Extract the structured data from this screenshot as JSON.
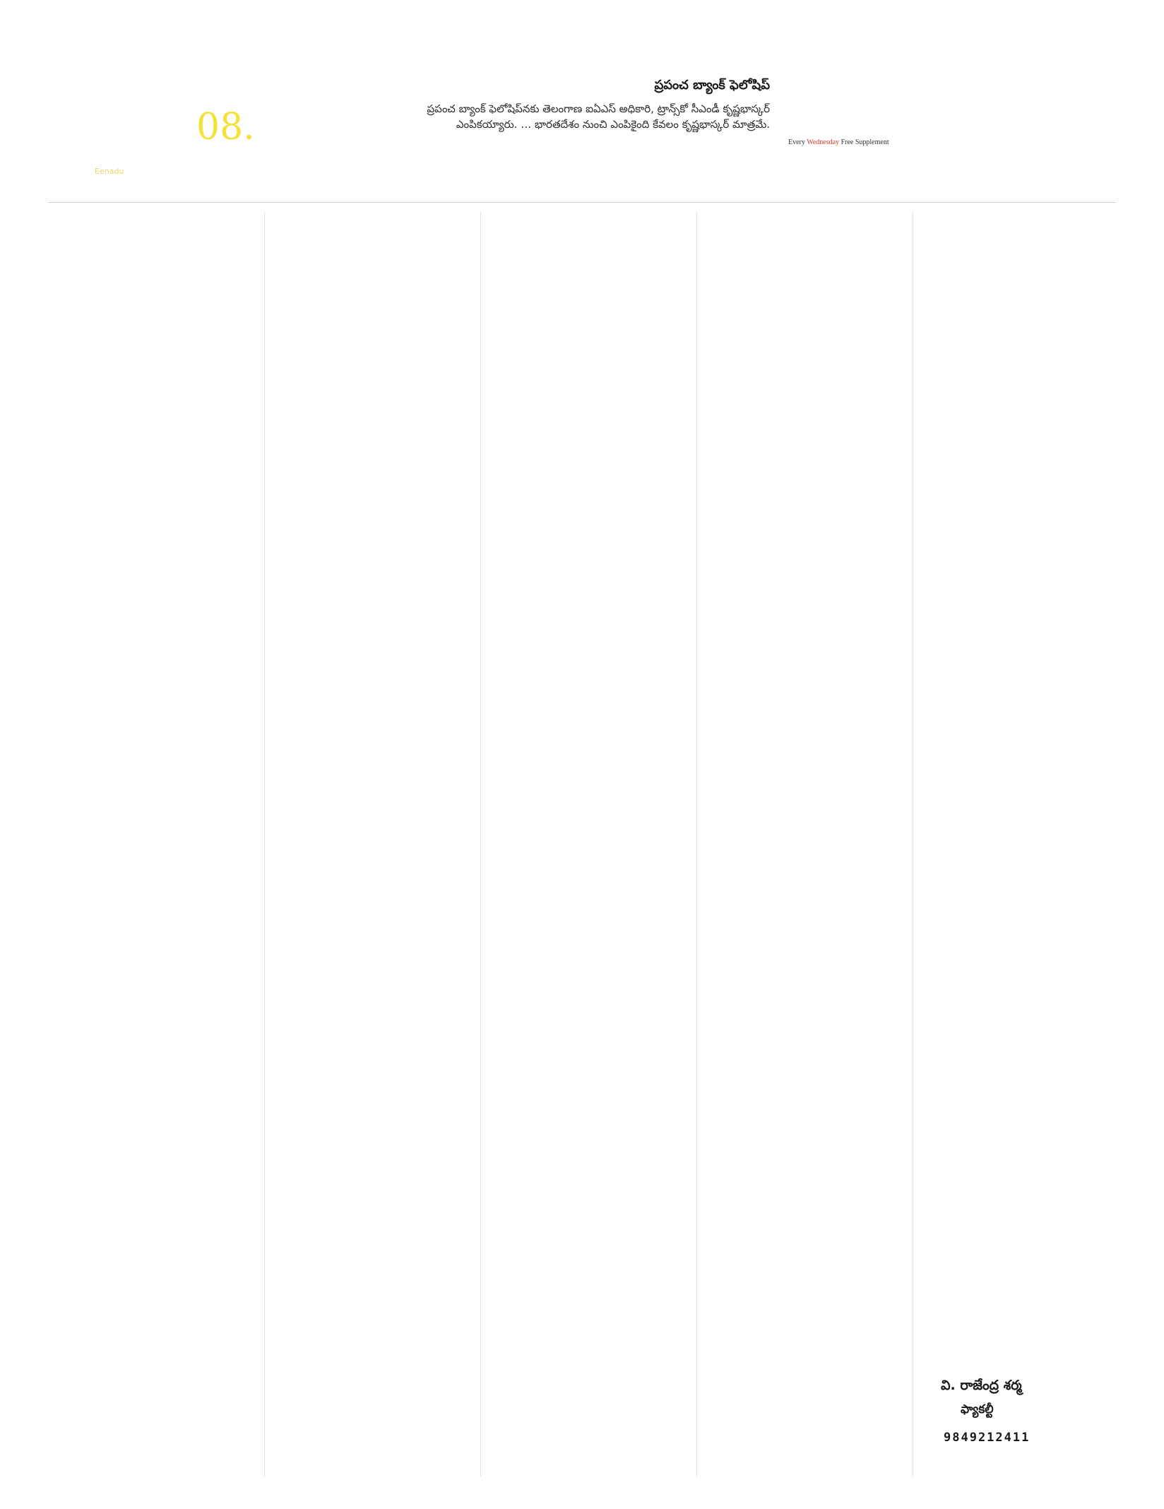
{
  "masthead": {
    "page_number": "08.",
    "edition_label": "Eenadu",
    "supplement_prefix": "Every ",
    "supplement_day": "Wednesday",
    "supplement_suffix": " Free Supplement"
  },
  "lead_story": {
    "title": "ప్రపంచ బ్యాంక్ ఫెలోషిప్",
    "excerpt": "ప్రపంచ బ్యాంక్ ఫెలోషిప్‌నకు తెలంగాణ ఐఏఎస్ అధికారి, ట్రాన్స్‌కో సీఎండీ కృష్ణభాస్కర్ ఎంపికయ్యారు. … భారతదేశం నుంచి ఎంపికైంది కేవలం కృష్ణభాస్కర్ మాత్రమే."
  },
  "byline": {
    "name": "వి. రాజేంద్ర శర్మ",
    "role": "ఫ్యాకల్టీ",
    "phone": "9849212411"
  },
  "colors": {
    "page_number": "#f2e23a",
    "highlight": "#d43a2a"
  }
}
